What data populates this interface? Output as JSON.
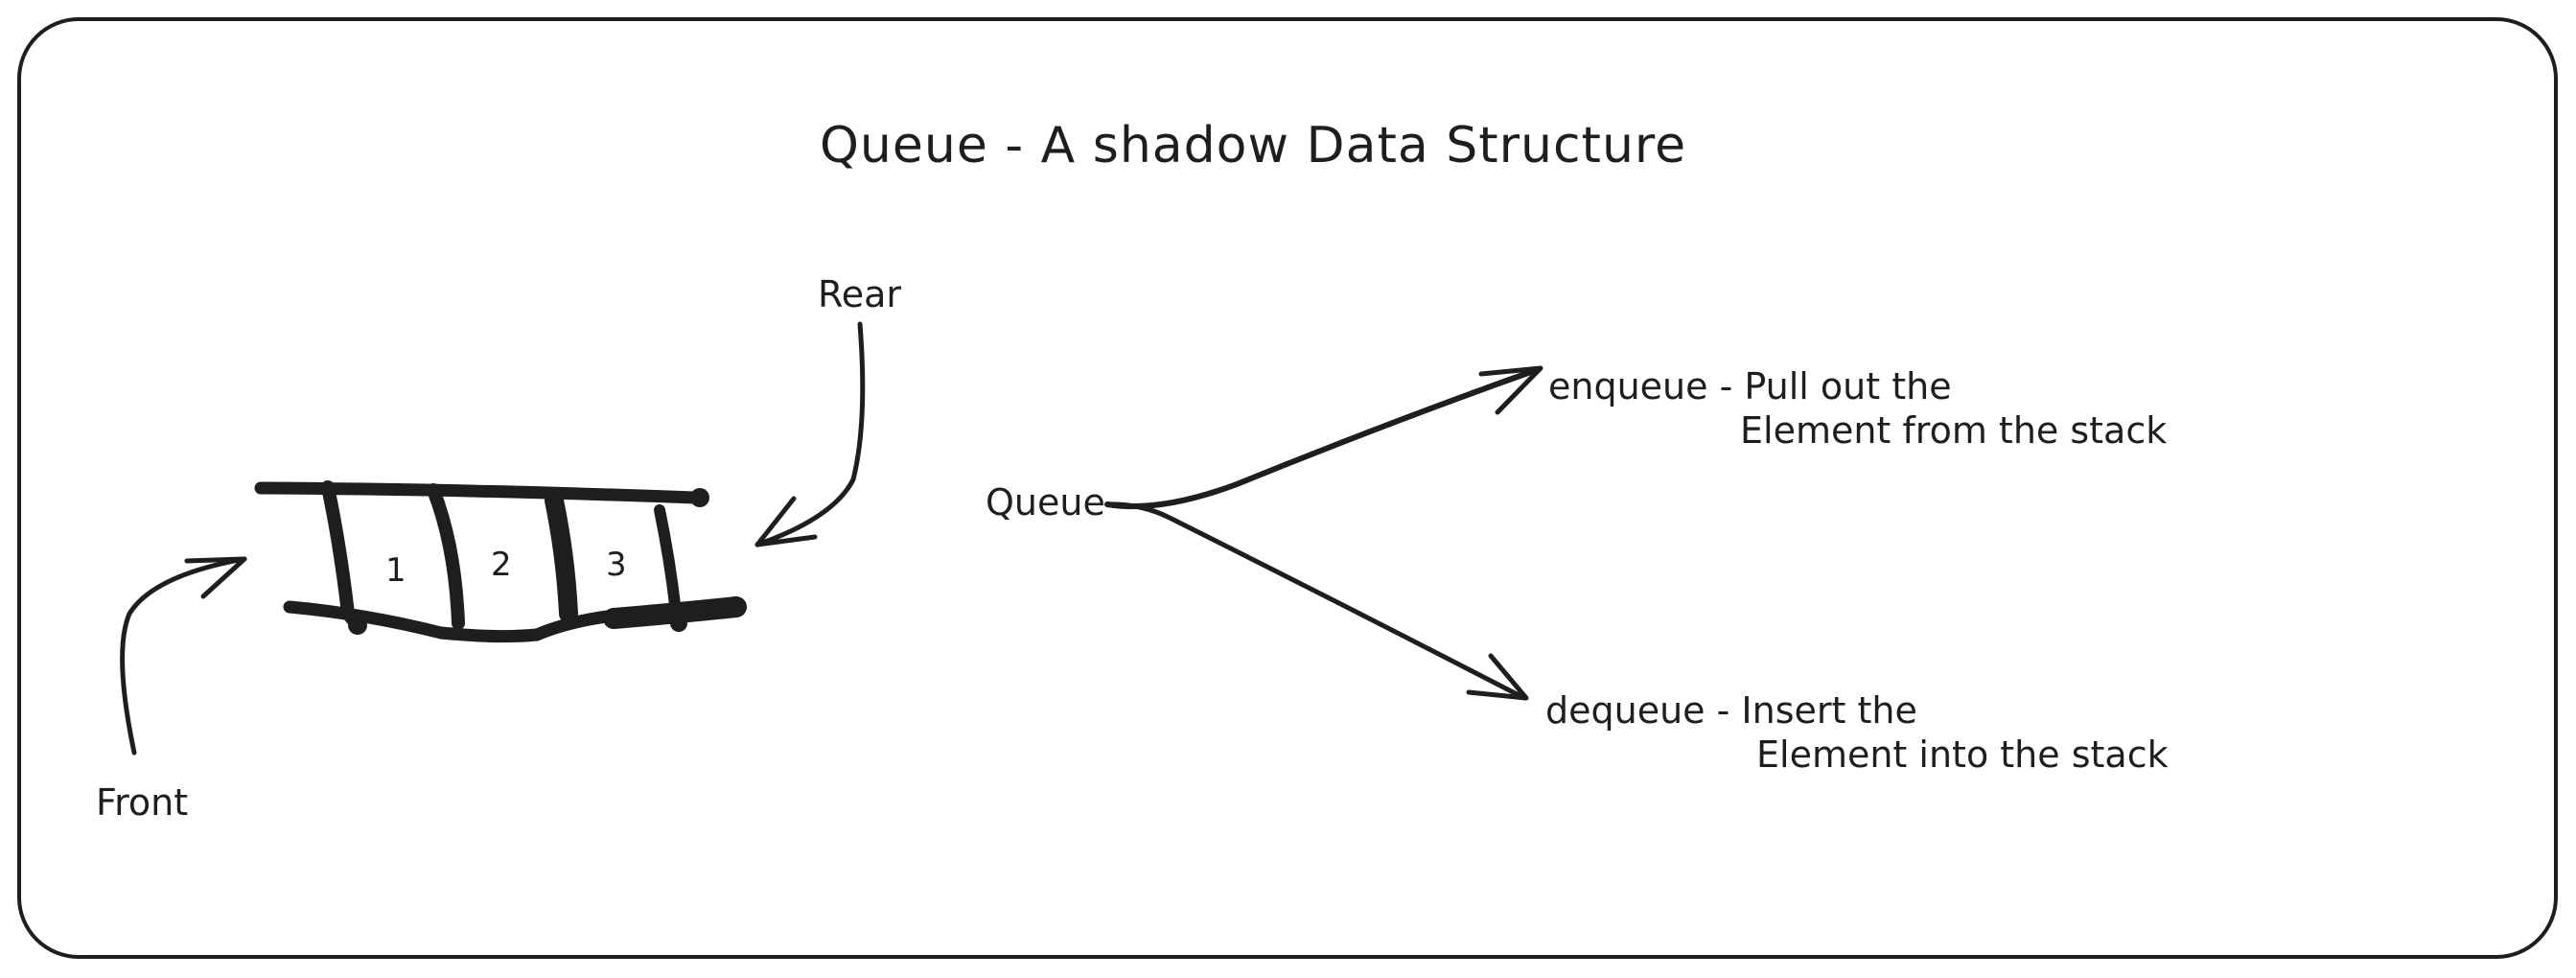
{
  "title": "Queue - A shadow Data Structure",
  "labels": {
    "rear": "Rear",
    "front": "Front",
    "queue": "Queue",
    "enqueue_line1": "enqueue - Pull out the",
    "enqueue_line2": "Element from the stack",
    "dequeue_line1": "dequeue - Insert the",
    "dequeue_line2": "Element into the stack"
  },
  "queue_cells": [
    "1",
    "2",
    "3"
  ],
  "colors": {
    "ink": "#1e1e1e",
    "background": "#ffffff"
  }
}
